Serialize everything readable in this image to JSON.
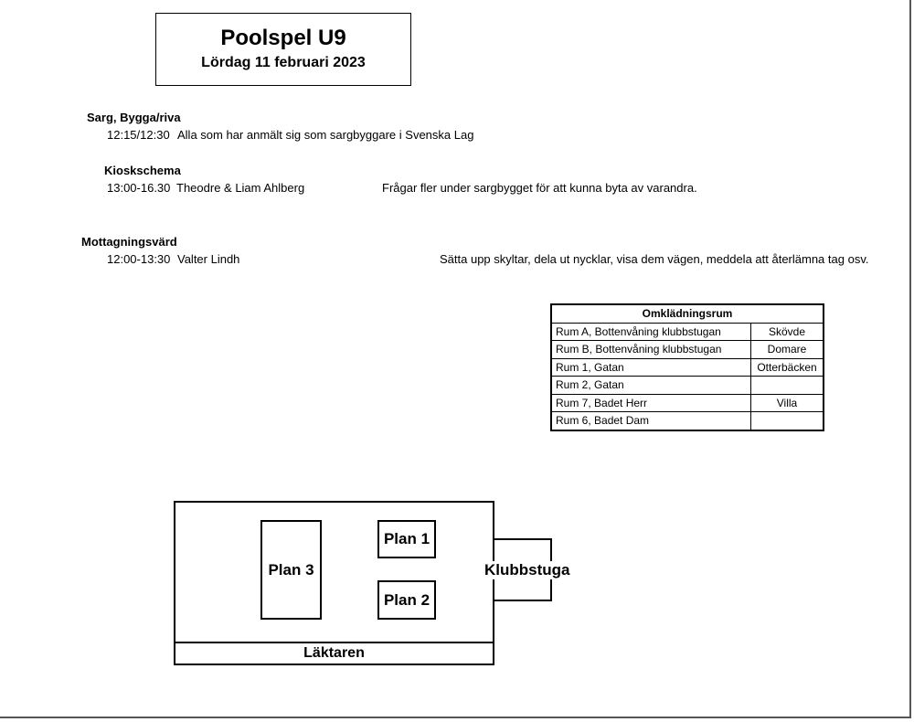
{
  "header": {
    "title": "Poolspel U9",
    "date": "Lördag 11 februari 2023"
  },
  "sections": {
    "sarg": {
      "heading": "Sarg, Bygga/riva",
      "time": "12:15/12:30",
      "text": "Alla som har anmält sig som sargbyggare i Svenska Lag"
    },
    "kiosk": {
      "heading": "Kioskschema",
      "time": "13:00-16.30",
      "names": "Theodre & Liam Ahlberg",
      "note": "Frågar fler under sargbygget för att kunna byta av varandra."
    },
    "mottagning": {
      "heading": "Mottagningsvärd",
      "time": "12:00-13:30",
      "name": "Valter Lindh",
      "note": "Sätta upp skyltar, dela ut nycklar, visa dem vägen, meddela att återlämna tag osv."
    }
  },
  "changing_rooms": {
    "title": "Omklädningsrum",
    "rows": [
      {
        "room": "Rum A, Bottenvåning klubbstugan",
        "team": "Skövde"
      },
      {
        "room": "Rum B, Bottenvåning klubbstugan",
        "team": "Domare"
      },
      {
        "room": "Rum 1, Gatan",
        "team": "Otterbäcken"
      },
      {
        "room": "Rum 2, Gatan",
        "team": ""
      },
      {
        "room": "Rum 7, Badet Herr",
        "team": "Villa"
      },
      {
        "room": "Rum 6, Badet Dam",
        "team": ""
      }
    ]
  },
  "map": {
    "plan1": "Plan 1",
    "plan2": "Plan 2",
    "plan3": "Plan 3",
    "clubhouse": "Klubbstuga",
    "stands": "Läktaren"
  }
}
